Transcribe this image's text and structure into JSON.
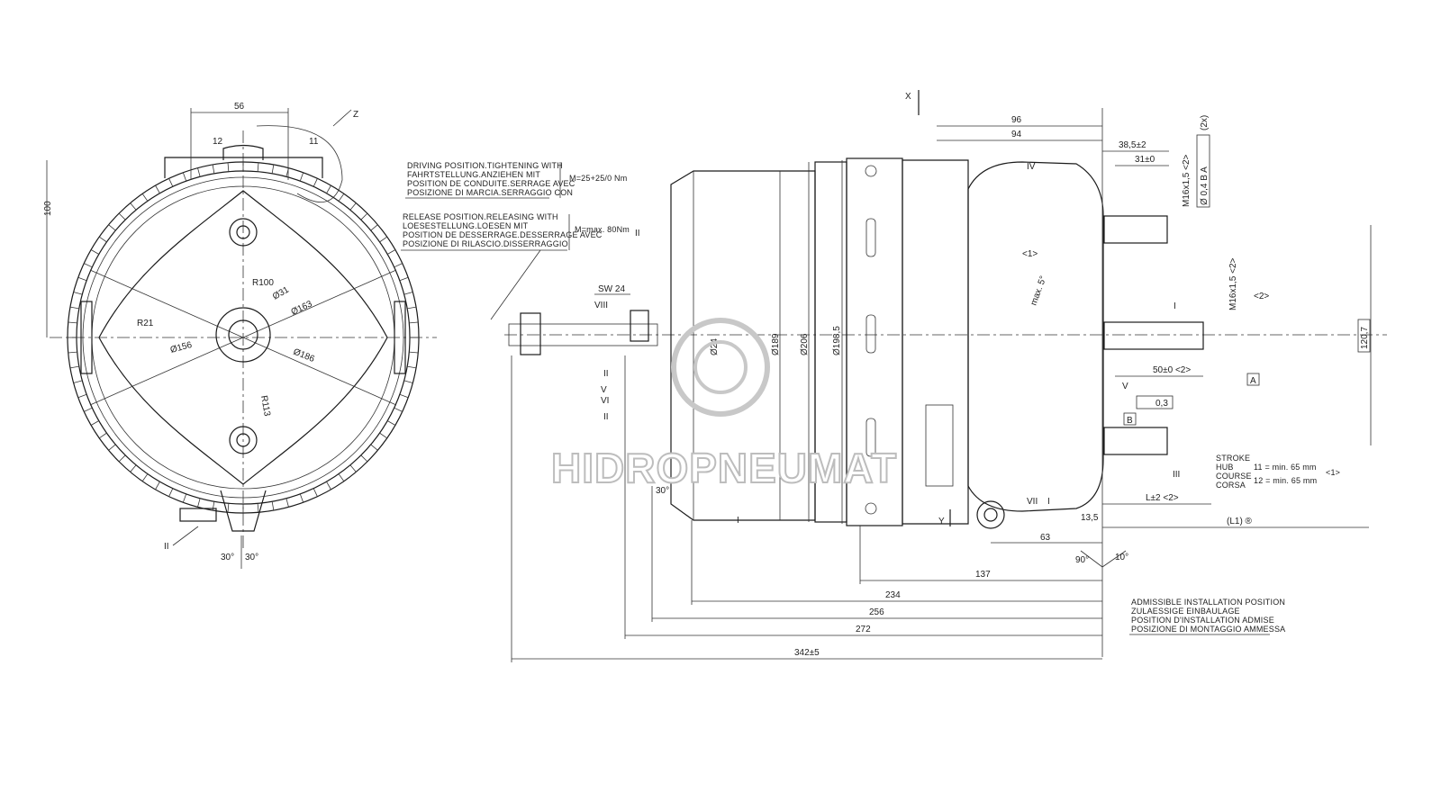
{
  "front_view": {
    "dim_56": "56",
    "dim_100": "100",
    "label_z": "Z",
    "label_12": "12",
    "label_11": "11",
    "r100": "R100",
    "r21": "R21",
    "r113": "R113",
    "d31": "Ø31",
    "d163": "Ø163",
    "d156": "Ø156",
    "d186": "Ø186",
    "label_ii": "II",
    "angle_left": "30°",
    "angle_right": "30°"
  },
  "notes": {
    "driving": [
      "DRIVING POSITION.TIGHTENING WITH",
      "FAHRTSTELLUNG.ANZIEHEN MIT",
      "POSITION DE CONDUITE.SERRAGE AVEC",
      "POSIZIONE DI MARCIA.SERRAGGIO CON"
    ],
    "driving_torque": "M=25+25/0 Nm",
    "release": [
      "RELEASE POSITION.RELEASING WITH",
      "LOESESTELLUNG.LOESEN MIT",
      "POSITION DE DESSERRAGE.DESSERRAGE AVEC",
      "POSIZIONE DI RILASCIO.DISSERRAGGIO"
    ],
    "release_torque": "M=max. 80Nm",
    "installation": [
      "ADMISSIBLE INSTALLATION POSITION",
      "ZULAESSIGE EINBAULAGE",
      "POSITION D'INSTALLATION ADMISE",
      "POSIZIONE DI MONTAGGIO AMMESSA"
    ],
    "stroke": [
      "STROKE",
      "HUB",
      "COURSE",
      "CORSA"
    ],
    "stroke_value_1": "11 = min. 65 mm",
    "stroke_value_2": "12 = min. 65 mm",
    "stroke_ref": "<1>"
  },
  "side_view": {
    "axis_x": "X",
    "axis_y": "Y",
    "dim_96": "96",
    "dim_94": "94",
    "dim_38": "38,5±2",
    "dim_31": "31±0",
    "thread_top": "M16x1,5 <2>",
    "gdt_top": "Ø 0,4 B A",
    "gdt_count": "(2x)",
    "thread_mid": "M16x1,5 <2>",
    "dim_1207": "120,7",
    "dim_50": "50±0 <2>",
    "datum_a": "A",
    "datum_b": "B",
    "flatness": "0,3",
    "dim_l": "L±2 <2>",
    "dim_l1": "(L1) ®",
    "dim_135": "13,5",
    "dim_63": "63",
    "dim_137": "137",
    "dim_234": "234",
    "dim_256": "256",
    "dim_272": "272",
    "dim_342": "342±5",
    "angle_90": "90°",
    "angle_10": "10°",
    "angle_30": "30°",
    "sw24": "SW 24",
    "d189": "Ø189",
    "d206": "Ø206",
    "d1985": "Ø198,5",
    "d24": "Ø24",
    "max5": "max. 5°",
    "ref_1": "<1>",
    "ref_2": "<2>",
    "roman_i": "I",
    "roman_ii": "II",
    "roman_iii": "III",
    "roman_iv": "IV",
    "roman_v": "V",
    "roman_vi": "VI",
    "roman_vii": "VII",
    "roman_viii": "VIII"
  },
  "watermark": "HIDROPNEUMAT"
}
